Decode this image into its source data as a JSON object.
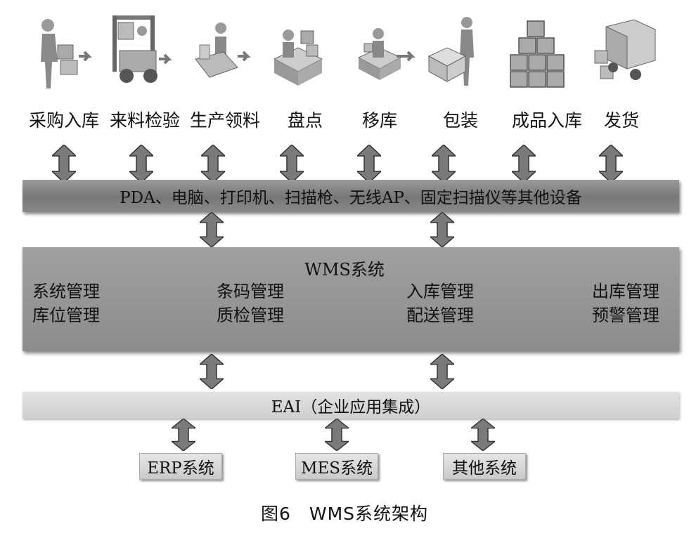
{
  "processes": [
    {
      "label": "采购入库",
      "icon": "worker-carrying-boxes-icon"
    },
    {
      "label": "来料检验",
      "icon": "forklift-icon"
    },
    {
      "label": "生产领料",
      "icon": "worker-at-desk-icon"
    },
    {
      "label": "盘点",
      "icon": "inventory-count-icon"
    },
    {
      "label": "移库",
      "icon": "relocation-icon"
    },
    {
      "label": "包装",
      "icon": "packing-icon"
    },
    {
      "label": "成品入库",
      "icon": "stacked-boxes-icon"
    },
    {
      "label": "发货",
      "icon": "delivery-truck-icon"
    }
  ],
  "devices_bar": {
    "label": "PDA、电脑、打印机、扫描枪、无线AP、固定扫描仪等其他设备"
  },
  "wms": {
    "title": "WMS系统",
    "modules": [
      [
        "系统管理",
        "库位管理"
      ],
      [
        "条码管理",
        "质检管理"
      ],
      [
        "入库管理",
        "配送管理"
      ],
      [
        "出库管理",
        "预警管理"
      ]
    ]
  },
  "eai": {
    "label": "EAI（企业应用集成）"
  },
  "systems": [
    "ERP系统",
    "MES系统",
    "其他系统"
  ],
  "caption": "图6　WMS系统架构",
  "colors": {
    "bar_dark": "#8a8a8a",
    "bar_light": "#d8d8d8",
    "arrow": "#808080"
  }
}
